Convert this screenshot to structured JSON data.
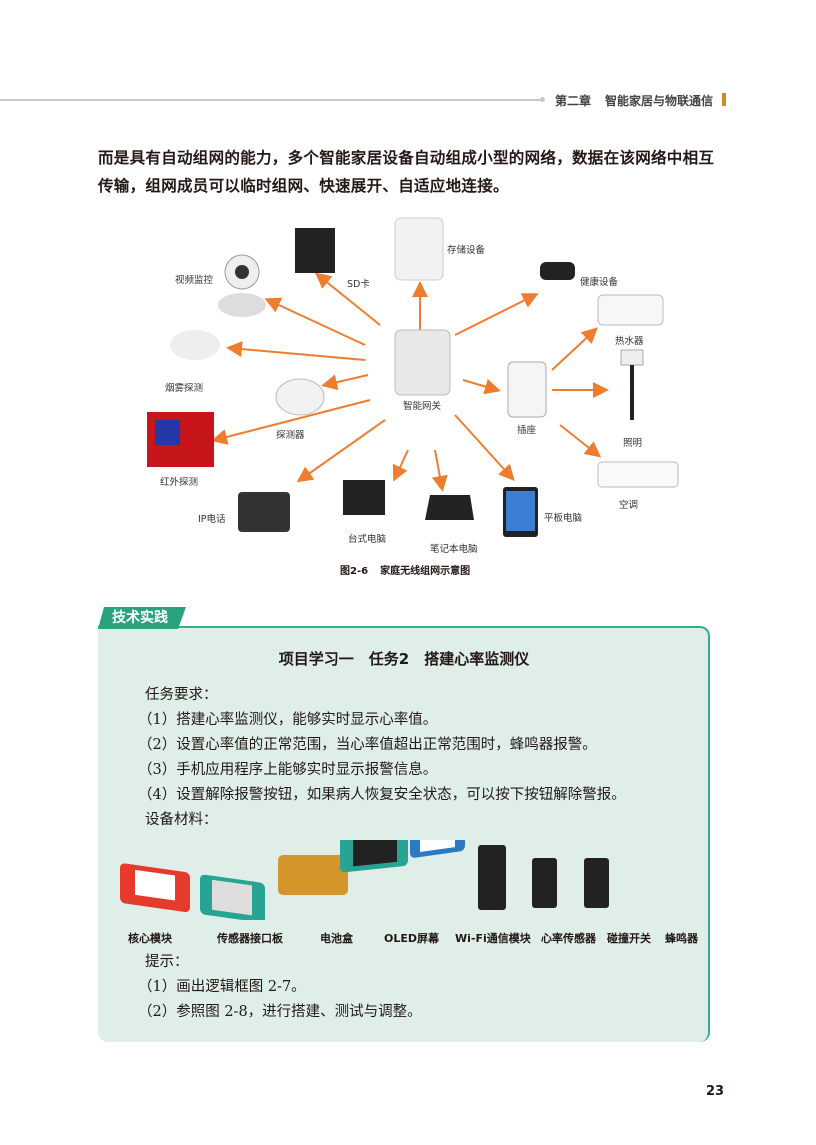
{
  "header": {
    "chapter": "第二章",
    "title": "智能家居与物联通信"
  },
  "body_text": "而是具有自动组网的能力，多个智能家居设备自动组成小型的网络，数据在该网络中相互传输，组网成员可以临时组网、快速展开、自适应地连接。",
  "figure": {
    "labels": {
      "camera": "视频监控",
      "sd": "SD卡",
      "storage": "存储设备",
      "health": "健康设备",
      "heater": "热水器",
      "smoke": "烟雾探测",
      "gateway": "智能网关",
      "socket": "插座",
      "detector": "探测器",
      "light": "照明",
      "infrared": "红外探测",
      "ac": "空调",
      "phone": "IP电话",
      "tablet": "平板电脑",
      "desktop": "台式电脑",
      "laptop": "笔记本电脑"
    },
    "caption_num": "图2-6",
    "caption_text": "家庭无线组网示意图"
  },
  "practice": {
    "tab": "技术实践",
    "title": "项目学习一　任务2　搭建心率监测仪",
    "req_heading": "任务要求：",
    "requirements": [
      "（1）搭建心率监测仪，能够实时显示心率值。",
      "（2）设置心率值的正常范围，当心率值超出正常范围时，蜂鸣器报警。",
      "（3）手机应用程序上能够实时显示报警信息。",
      "（4）设置解除报警按钮，如果病人恢复安全状态，可以按下按钮解除警报。"
    ],
    "mat_heading": "设备材料：",
    "materials": [
      "核心模块",
      "传感器接口板",
      "电池盒",
      "OLED屏幕",
      "Wi-Fi通信模块",
      "心率传感器",
      "碰撞开关",
      "蜂鸣器"
    ],
    "tips_heading": "提示：",
    "tips": [
      "（1）画出逻辑框图 2-7。",
      "（2）参照图 2-8，进行搭建、测试与调整。"
    ]
  },
  "page_number": "23"
}
